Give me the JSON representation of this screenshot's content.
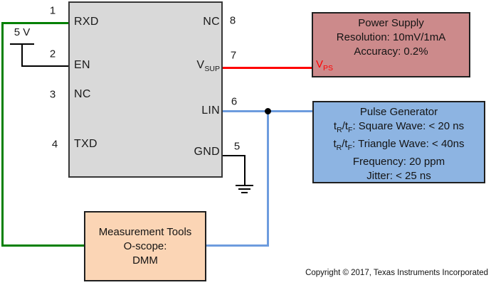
{
  "diagram": {
    "ic": {
      "pins_left": [
        {
          "number": "1",
          "label": "RXD"
        },
        {
          "number": "2",
          "label": "EN"
        },
        {
          "number": "3",
          "label": "NC"
        },
        {
          "number": "4",
          "label": "TXD"
        }
      ],
      "pins_right": [
        {
          "number": "8",
          "label": "NC"
        },
        {
          "number": "7",
          "label_main": "V",
          "label_sub": "SUP"
        },
        {
          "number": "6",
          "label": "LIN"
        },
        {
          "number": "5",
          "label": "GND"
        }
      ]
    },
    "supply_5v": {
      "label": "5 V"
    },
    "power_supply": {
      "title": "Power Supply",
      "line2": "Resolution: 10mV/1mA",
      "line3": "Accuracy: 0.2%",
      "terminal_main": "V",
      "terminal_sub": "PS"
    },
    "pulse_generator": {
      "title": "Pulse Generator",
      "line2": {
        "t1": "t",
        "sub1": "R",
        "t2": "/t",
        "sub2": "F",
        "rest": ": Square Wave: < 20 ns"
      },
      "line3": {
        "t1": "t",
        "sub1": "R",
        "t2": "/t",
        "sub2": "F",
        "rest": ": Triangle Wave: < 40ns"
      },
      "line4": "Frequency: 20 ppm",
      "line5": "Jitter: < 25 ns"
    },
    "measurement_tools": {
      "title": "Measurement Tools",
      "line2": "O-scope:",
      "line3": "DMM"
    },
    "copyright": "Copyright © 2017, Texas Instruments Incorporated",
    "colors": {
      "green_wire": "#008000",
      "red_wire": "#FF0000",
      "blue_wire": "#6D9CDE",
      "ic_fill": "#D9D9D9",
      "power_supply_fill": "#CC8A8B",
      "pulse_generator_fill": "#8DB4E2",
      "measurement_tools_fill": "#FBD5B5",
      "vps_color": "#FF0000"
    }
  }
}
